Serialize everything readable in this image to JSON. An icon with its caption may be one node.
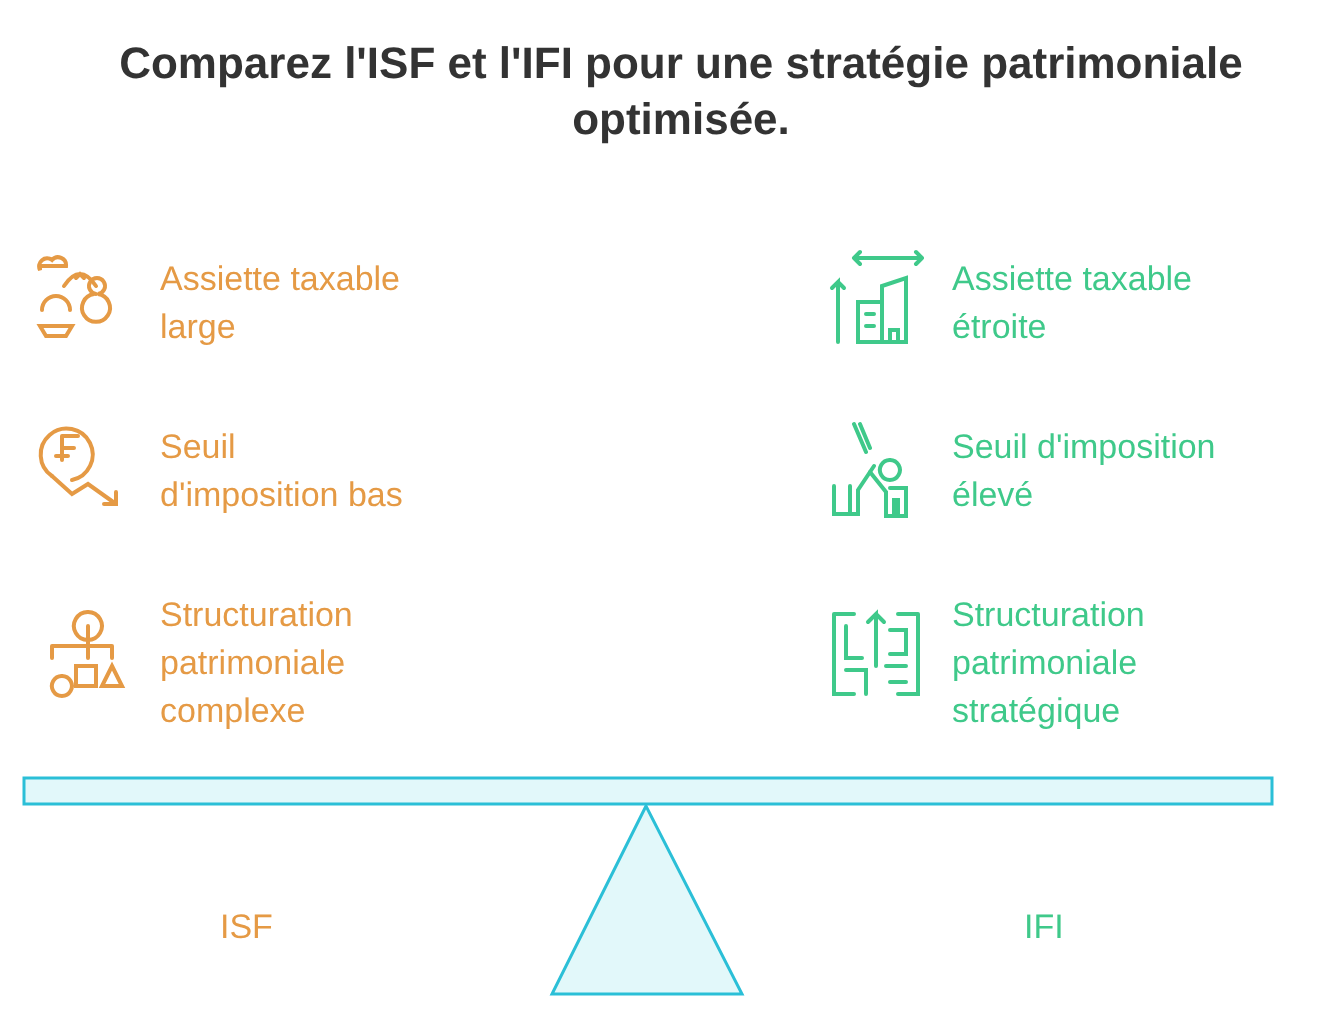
{
  "diagram": {
    "title": "Comparez l'ISF et l'IFI pour une stratégie patrimoniale optimisée.",
    "labels": [
      "Assiette taxable large",
      "Assiette taxable étroite",
      "Seuil d'imposition bas",
      "Seuil d'imposition élevé",
      "Structuration patrimoniale complexe",
      "Structuration patrimoniale stratégique",
      "ISF",
      "IFI"
    ]
  }
}
